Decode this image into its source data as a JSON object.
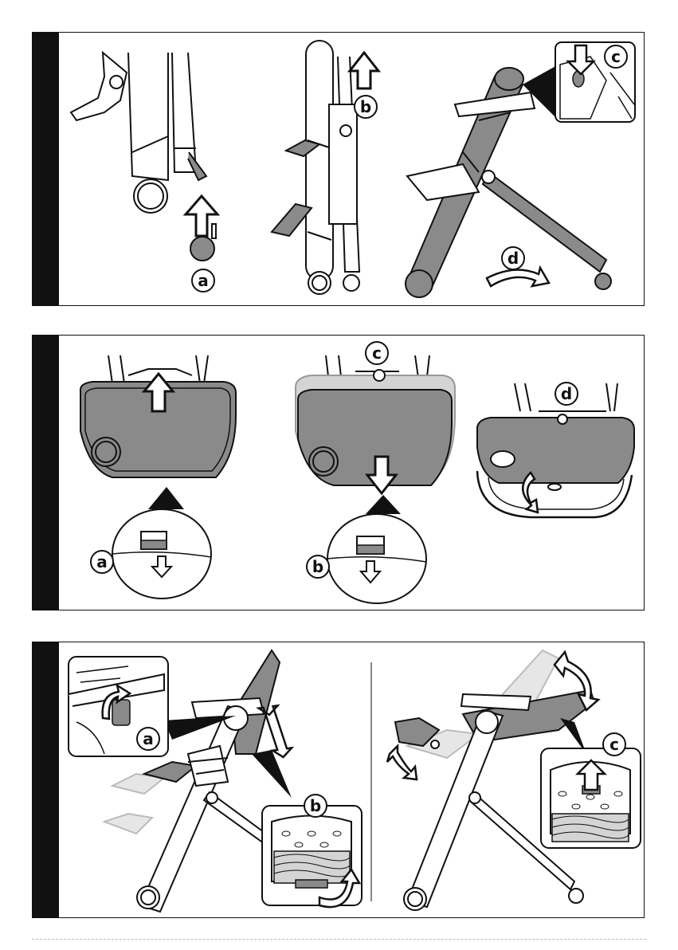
{
  "panels": [
    {
      "id": "panel-1",
      "labels": [
        "a",
        "b",
        "c",
        "d"
      ]
    },
    {
      "id": "panel-2",
      "labels": [
        "c",
        "d",
        "a",
        "b"
      ]
    },
    {
      "id": "panel-3",
      "labels": [
        "a",
        "b",
        "c"
      ]
    }
  ],
  "colors": {
    "strip": "#111111",
    "fill_grey": "#8a8a8a",
    "light_grey": "#d4d4d4",
    "outline": "#111111"
  }
}
